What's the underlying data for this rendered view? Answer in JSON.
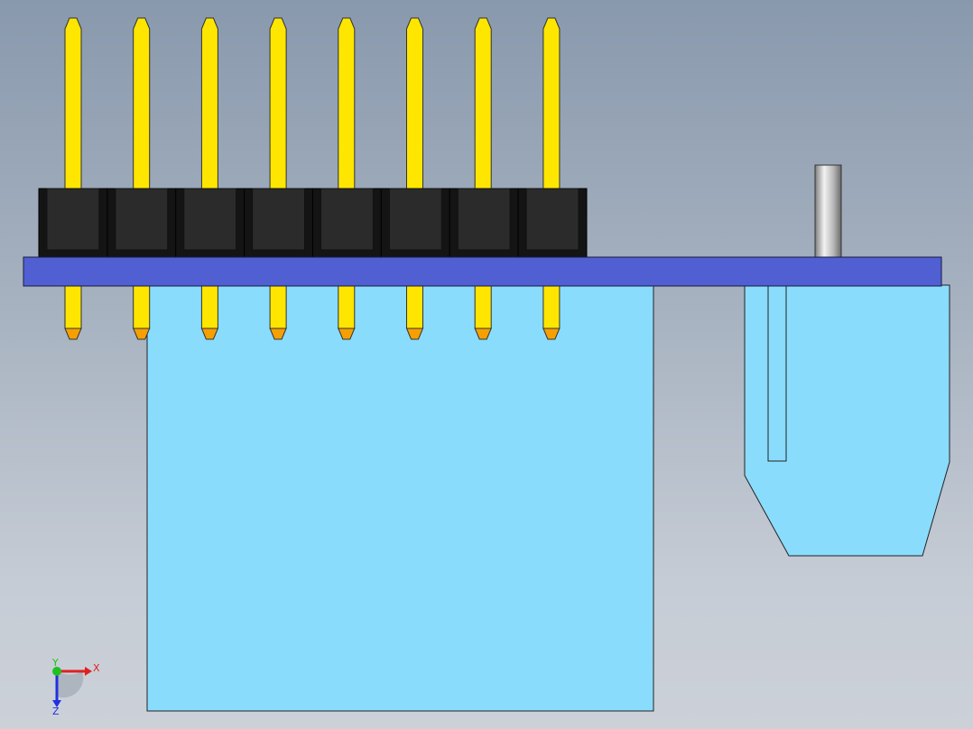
{
  "viewport": {
    "background_top": "#8999ad",
    "background_bottom": "#ccd1d8"
  },
  "model": {
    "pin_count": 8,
    "pin_color": "#ffe600",
    "pin_tip_color": "#f5a000",
    "housing_color": "#2b2b2b",
    "board_color": "#5060d2",
    "body_color": "#8adcfd",
    "standoff_color": "#c8c8c8"
  },
  "triad": {
    "x_label": "X",
    "y_label": "Y",
    "z_label": "Z",
    "x_color": "#e02020",
    "y_color": "#20c020",
    "z_color": "#2030e0"
  }
}
